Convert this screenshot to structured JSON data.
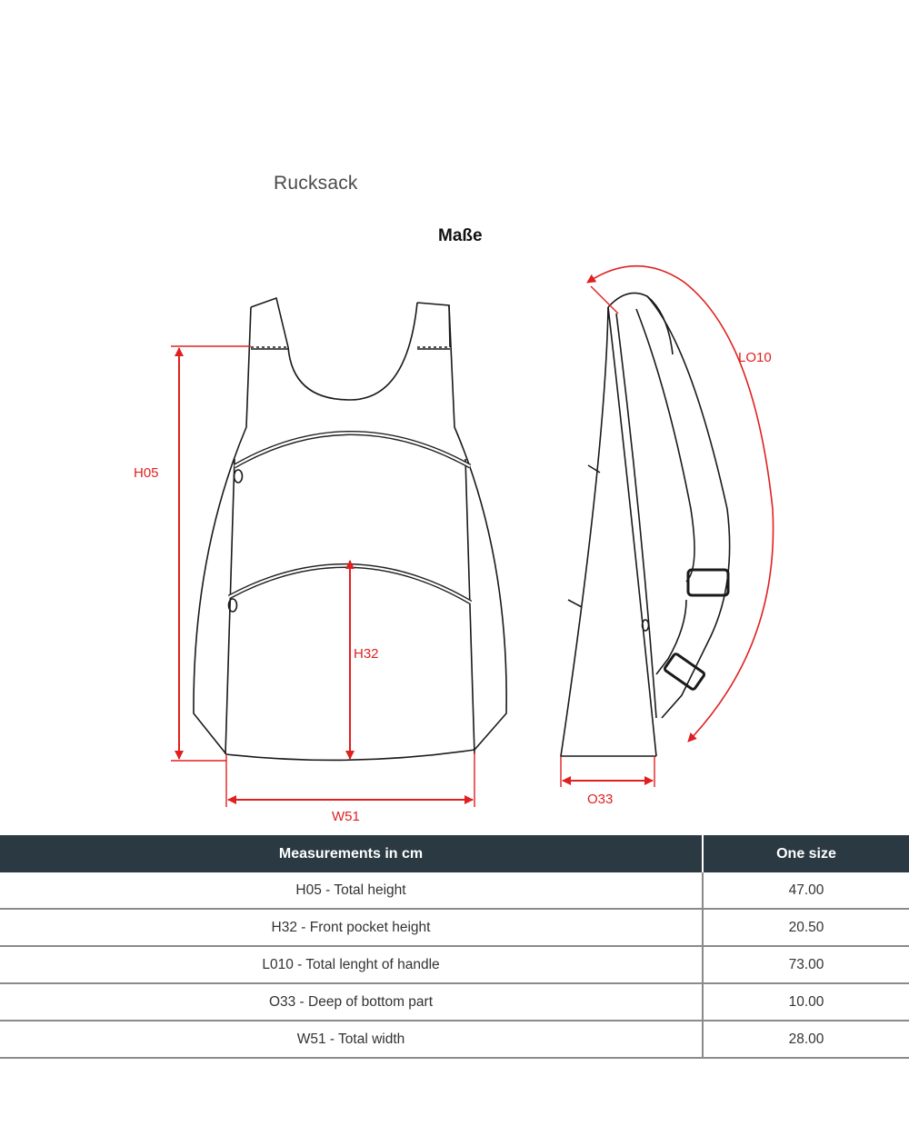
{
  "header": {
    "title": "Rucksack",
    "subtitle": "Maße"
  },
  "diagram": {
    "labels": {
      "h05": "H05",
      "h32": "H32",
      "w51": "W51",
      "o33": "O33",
      "lo10": "LO10"
    },
    "colors": {
      "dimension": "#e02020",
      "outline": "#1a1a1a"
    }
  },
  "table": {
    "headers": [
      "Measurements in cm",
      "One size"
    ],
    "rows": [
      {
        "name": "H05 - Total height",
        "value": "47.00"
      },
      {
        "name": "H32 - Front pocket height",
        "value": "20.50"
      },
      {
        "name": "L010 - Total lenght of handle",
        "value": "73.00"
      },
      {
        "name": "O33 - Deep of bottom part",
        "value": "10.00"
      },
      {
        "name": "W51 - Total width",
        "value": "28.00"
      }
    ],
    "colors": {
      "header_bg": "#2b3a42",
      "header_text": "#ffffff"
    }
  }
}
